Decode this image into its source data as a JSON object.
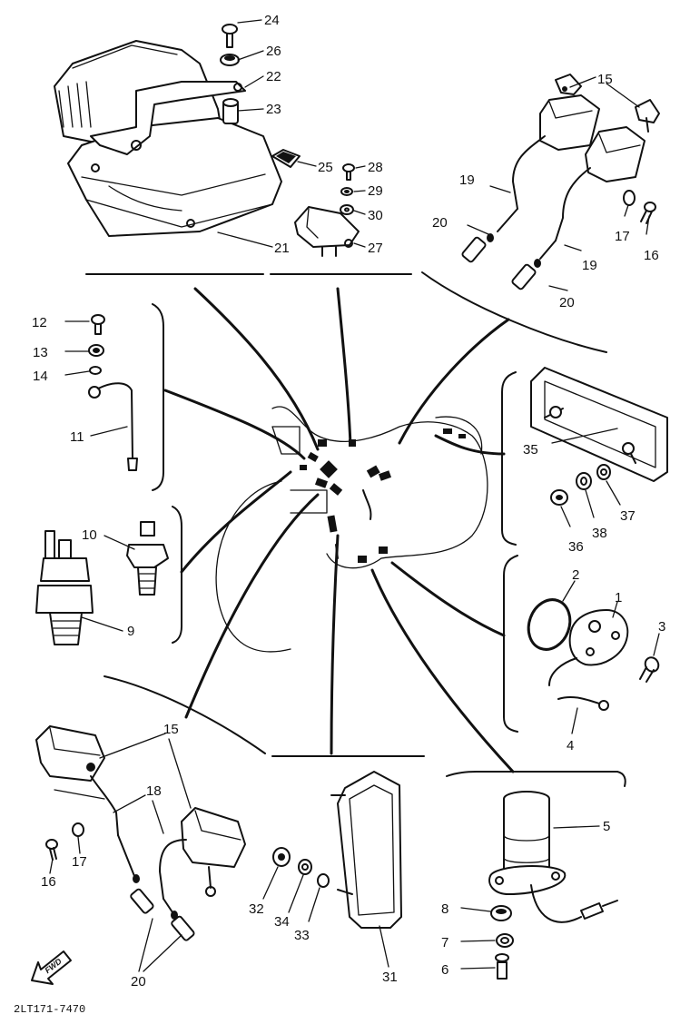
{
  "diagram": {
    "type": "exploded-parts-diagram",
    "callouts": [
      "1",
      "2",
      "3",
      "4",
      "5",
      "6",
      "7",
      "8",
      "9",
      "10",
      "11",
      "12",
      "13",
      "14",
      "15",
      "15",
      "16",
      "16",
      "17",
      "17",
      "18",
      "19",
      "19",
      "20",
      "20",
      "20",
      "21",
      "22",
      "23",
      "24",
      "25",
      "26",
      "27",
      "28",
      "29",
      "30",
      "31",
      "32",
      "33",
      "34",
      "35",
      "36",
      "37",
      "38"
    ],
    "direction_label": "FWD",
    "drawing_code": "2LT171-7470"
  }
}
